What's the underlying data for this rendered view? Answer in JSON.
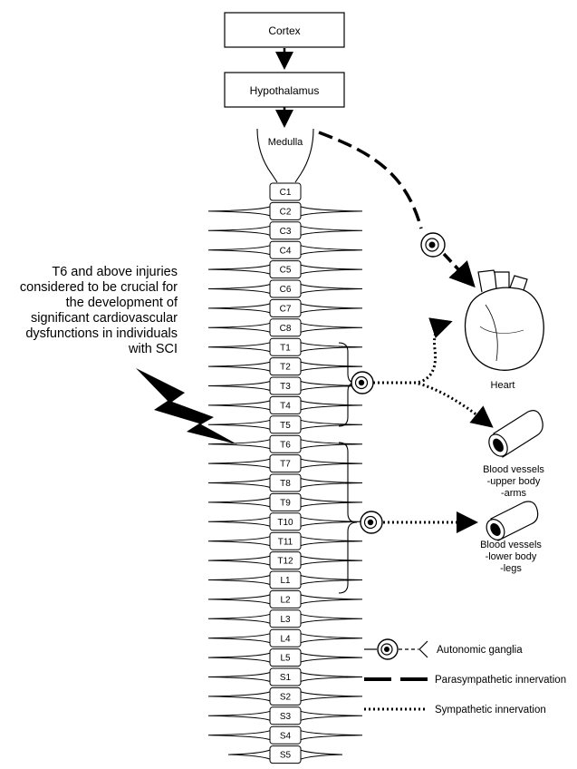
{
  "cortex": "Cortex",
  "hypothalamus": "Hypothalamus",
  "medulla": "Medulla",
  "vertebrae": [
    "C1",
    "C2",
    "C3",
    "C4",
    "C5",
    "C6",
    "C7",
    "C8",
    "T1",
    "T2",
    "T3",
    "T4",
    "T5",
    "T6",
    "T7",
    "T8",
    "T9",
    "T10",
    "T11",
    "T12",
    "L1",
    "L2",
    "L3",
    "L4",
    "L5",
    "S1",
    "S2",
    "S3",
    "S4",
    "S5"
  ],
  "annotation": [
    "T6 and above injuries",
    "considered to be crucial for",
    "the development of",
    "significant cardiovascular",
    "dysfunctions in individuals",
    "with SCI"
  ],
  "heart": "Heart",
  "upper_vessels": [
    "Blood vessels",
    "-upper body",
    "-arms"
  ],
  "lower_vessels": [
    "Blood vessels",
    "-lower body",
    "-legs"
  ],
  "legend": {
    "ganglia": "Autonomic ganglia",
    "parasympathetic": "Parasympathetic innervation",
    "sympathetic": "Sympathetic innervation"
  }
}
